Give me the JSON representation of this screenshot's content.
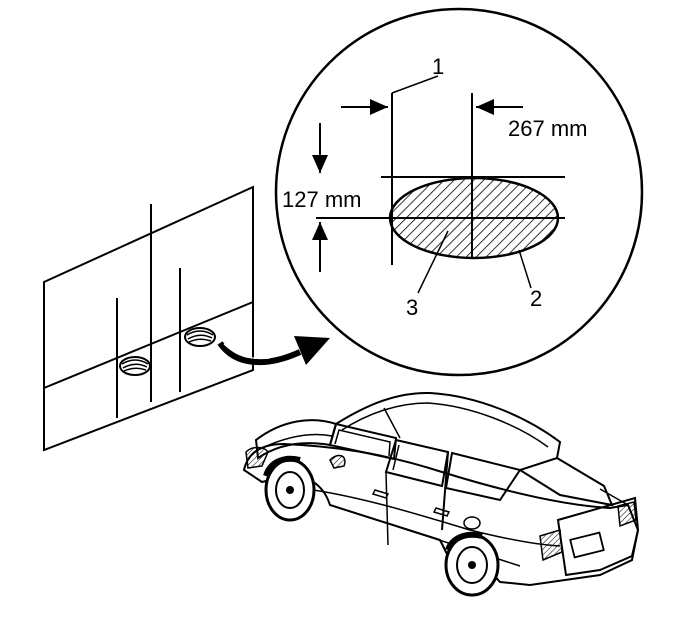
{
  "callouts": {
    "c1": "1",
    "c2": "2",
    "c3": "3"
  },
  "dimensions": {
    "horizontal": "267 mm",
    "vertical": "127 mm"
  },
  "colors": {
    "line": "#000000",
    "background": "#ffffff"
  }
}
